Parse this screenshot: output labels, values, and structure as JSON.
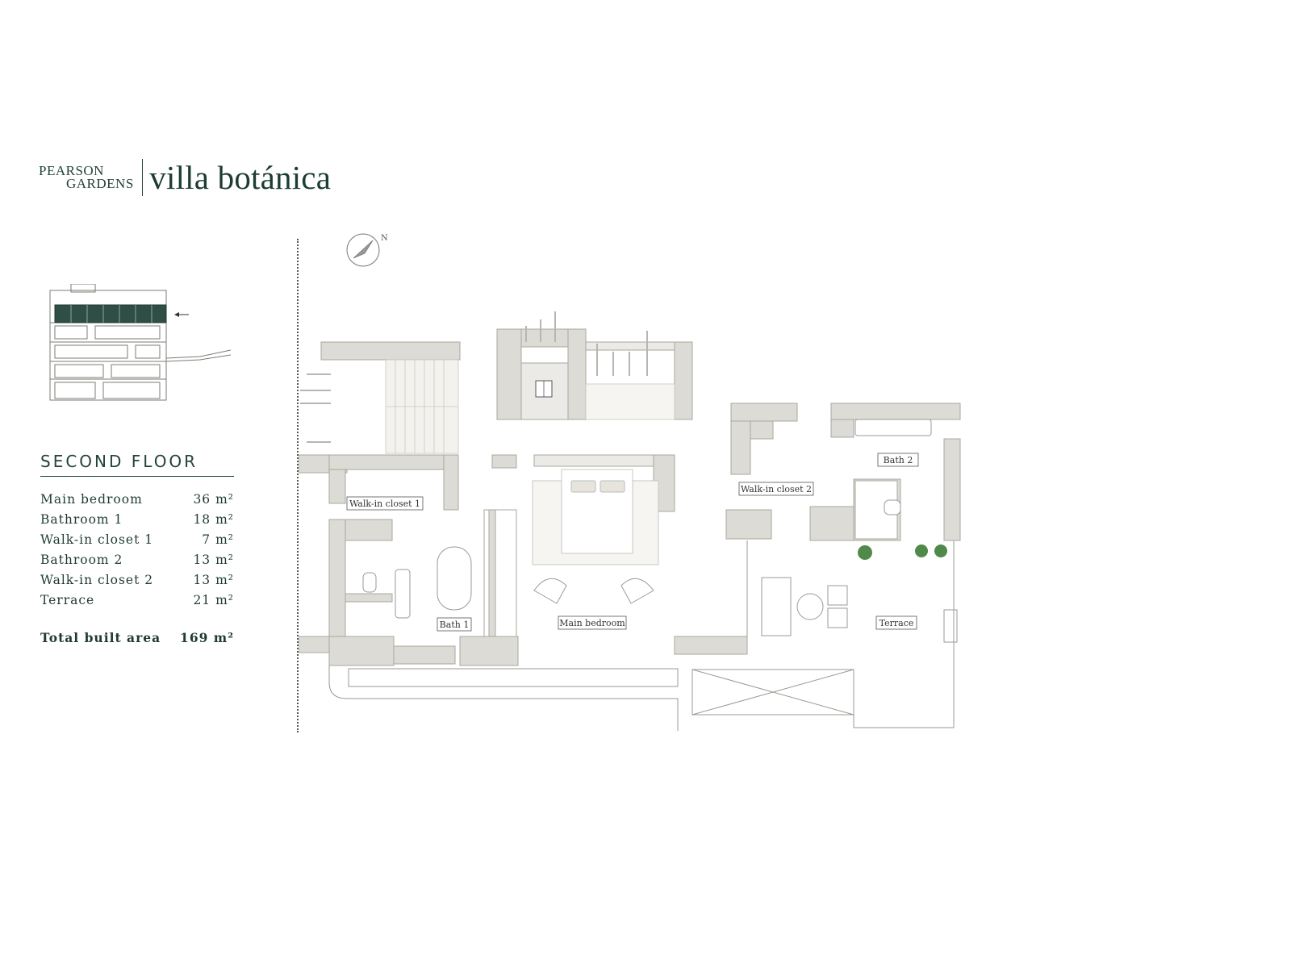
{
  "brand": {
    "line1": "PEARSON",
    "line2": "GARDENS",
    "name": "villa botánica"
  },
  "floor_title": "SECOND FLOOR",
  "areas": [
    {
      "room": "Main bedroom",
      "area": "36 m²"
    },
    {
      "room": "Bathroom 1",
      "area": "18 m²"
    },
    {
      "room": "Walk-in closet 1",
      "area": "7 m²"
    },
    {
      "room": "Bathroom 2",
      "area": "13 m²"
    },
    {
      "room": "Walk-in closet 2",
      "area": "13 m²"
    },
    {
      "room": "Terrace",
      "area": "21 m²"
    }
  ],
  "total": {
    "label": "Total built area",
    "area": "169 m²"
  },
  "compass": {
    "label": "N"
  },
  "plan_labels": {
    "walkin1": "Walk-in closet 1",
    "walkin2": "Walk-in closet 2",
    "bath1": "Bath 1",
    "bath2": "Bath 2",
    "main_bedroom": "Main bedroom",
    "terrace": "Terrace"
  },
  "colors": {
    "brand_green": "#1f3a32",
    "wall_gray": "#d9d8d2",
    "wall_stroke": "#a8a79f",
    "plant_green": "#4f8a4a"
  }
}
